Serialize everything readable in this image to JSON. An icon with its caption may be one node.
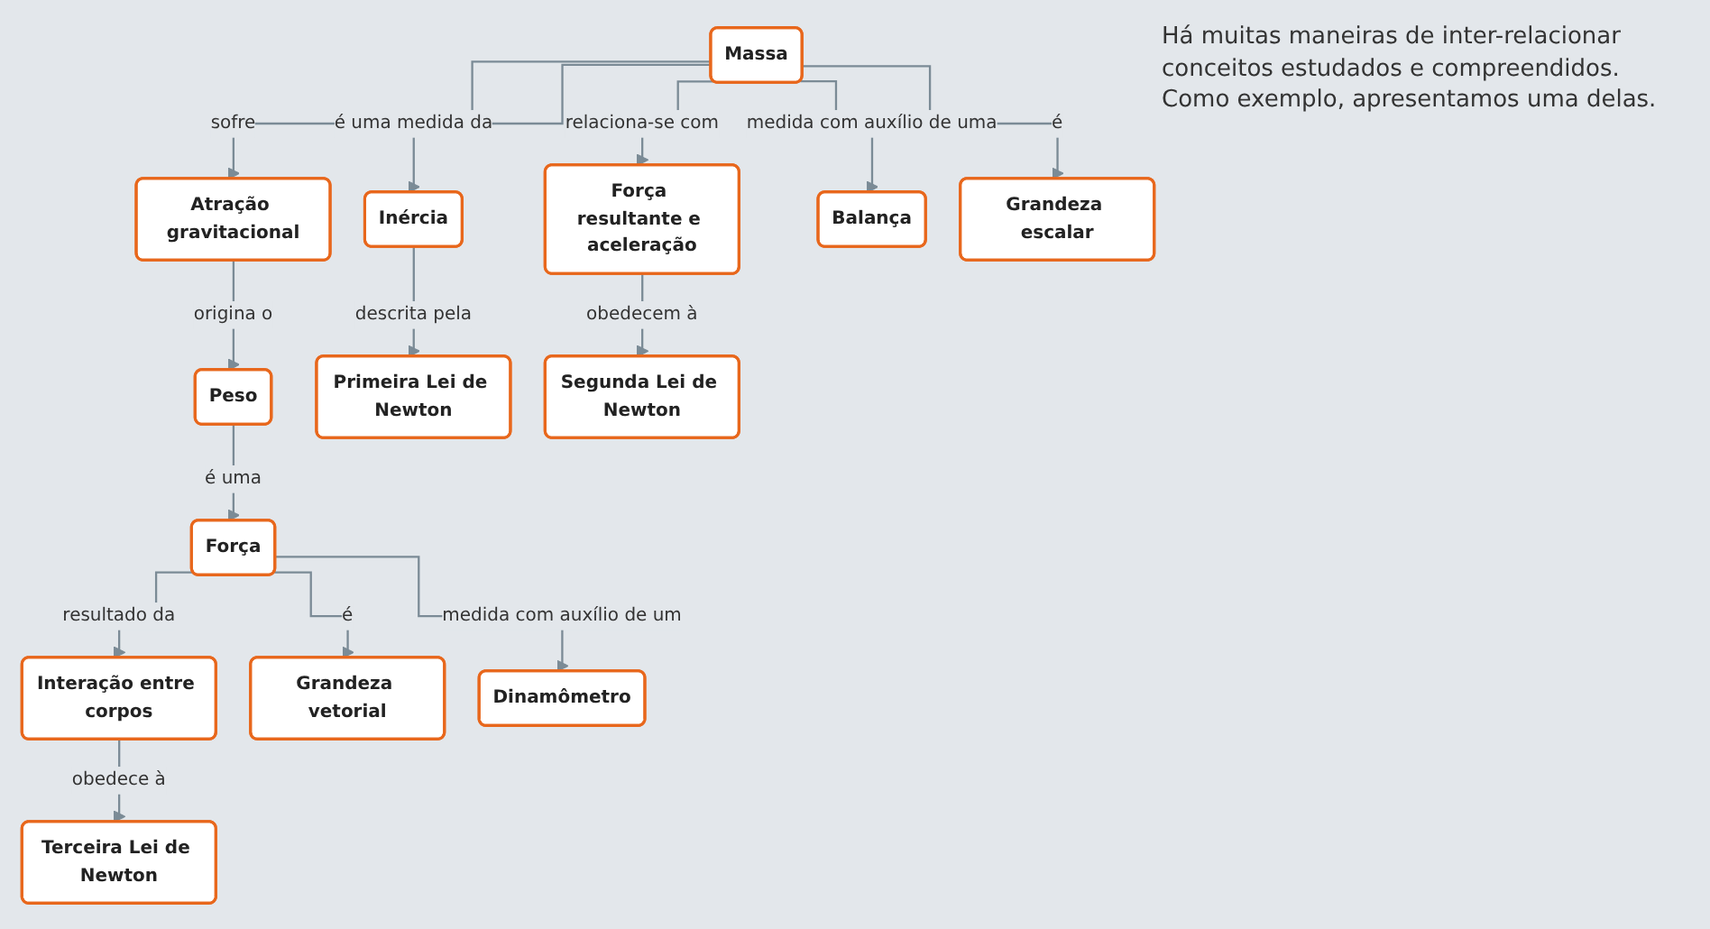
{
  "diagram": {
    "nodes": [
      {
        "text": [
          "Massa"
        ]
      },
      {
        "text": [
          "Inércia"
        ]
      },
      {
        "text": [
          "Força resultante e aceleração"
        ]
      },
      {
        "text": [
          "Interação entre corpos"
        ]
      },
      {
        "text": [
          "Atração gravitacional"
        ]
      },
      {
        "text": [
          "Balança"
        ]
      },
      {
        "text": [
          "Peso"
        ]
      },
      {
        "text": [
          "Primeira Lei de Newton"
        ]
      },
      {
        "text": [
          "Segunda Lei de Newton"
        ]
      },
      {
        "text": [
          "Terceira Lei de Newton"
        ]
      },
      {
        "text": [
          "Força"
        ]
      },
      {
        "text": [
          "Grandeza vetorial"
        ]
      },
      {
        "text": [
          "Grandeza escalar"
        ]
      },
      {
        "text": [
          "Dinamômetro"
        ]
      }
    ],
    "edges": [
      {
        "from": 0,
        "to": 1,
        "arrow": "to",
        "label": "é uma medida da"
      },
      {
        "from": 0,
        "to": 2,
        "arrow": "to",
        "label": "relaciona-se com"
      },
      {
        "from": 0,
        "to": 4,
        "arrow": "to",
        "label": "sofre"
      },
      {
        "from": 0,
        "to": 5,
        "arrow": "to",
        "label": "medida com auxílio de uma"
      },
      {
        "from": 0,
        "to": 12,
        "arrow": "to",
        "label": "é"
      },
      {
        "from": 1,
        "to": 7,
        "arrow": "to",
        "label": "descrita pela"
      },
      {
        "from": 2,
        "to": 8,
        "arrow": "to",
        "label": "obedecem à"
      },
      {
        "from": 3,
        "to": 9,
        "arrow": "to",
        "label": "obedece à"
      },
      {
        "from": 4,
        "to": 6,
        "arrow": "to",
        "label": "origina o"
      },
      {
        "from": 6,
        "to": 10,
        "arrow": "to",
        "label": "é uma"
      },
      {
        "from": 10,
        "to": 3,
        "arrow": "to",
        "label": "resultado da"
      },
      {
        "from": 10,
        "to": 11,
        "arrow": "to",
        "label": "é"
      },
      {
        "from": 10,
        "to": 13,
        "arrow": "to",
        "label": "medida com auxílio de um"
      }
    ],
    "labels": [
      "Há muitas maneiras de inter-relacionar conceitos estudados e compreendidos. Como exemplo, apresentamos uma delas."
    ]
  }
}
